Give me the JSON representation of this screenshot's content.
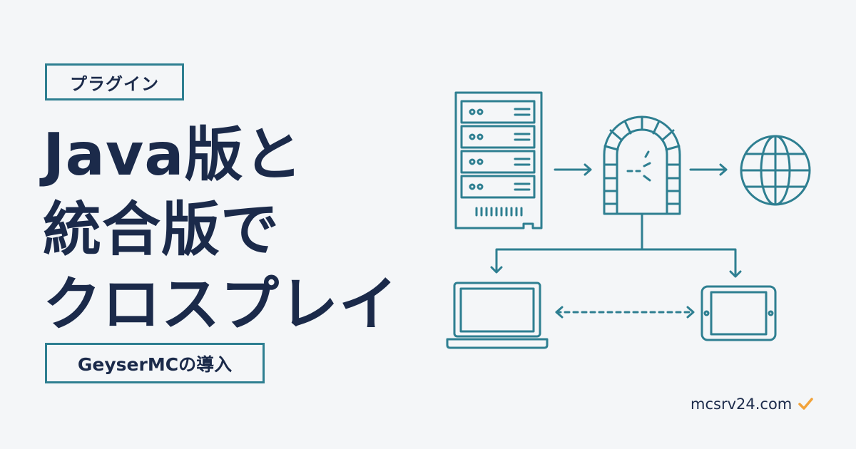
{
  "tag_label": "プラグイン",
  "title_lines": [
    "Java版と",
    "統合版で",
    "クロスプレイ"
  ],
  "subtitle": "GeyserMCの導入",
  "site": "mcsrv24.com",
  "colors": {
    "background": "#f4f6f8",
    "text": "#1b2a4a",
    "accent": "#2e7f91",
    "check": "#f2a33a"
  },
  "icons": [
    "server-icon",
    "gateway-icon",
    "globe-icon",
    "laptop-icon",
    "tablet-icon",
    "checkmark-icon"
  ]
}
